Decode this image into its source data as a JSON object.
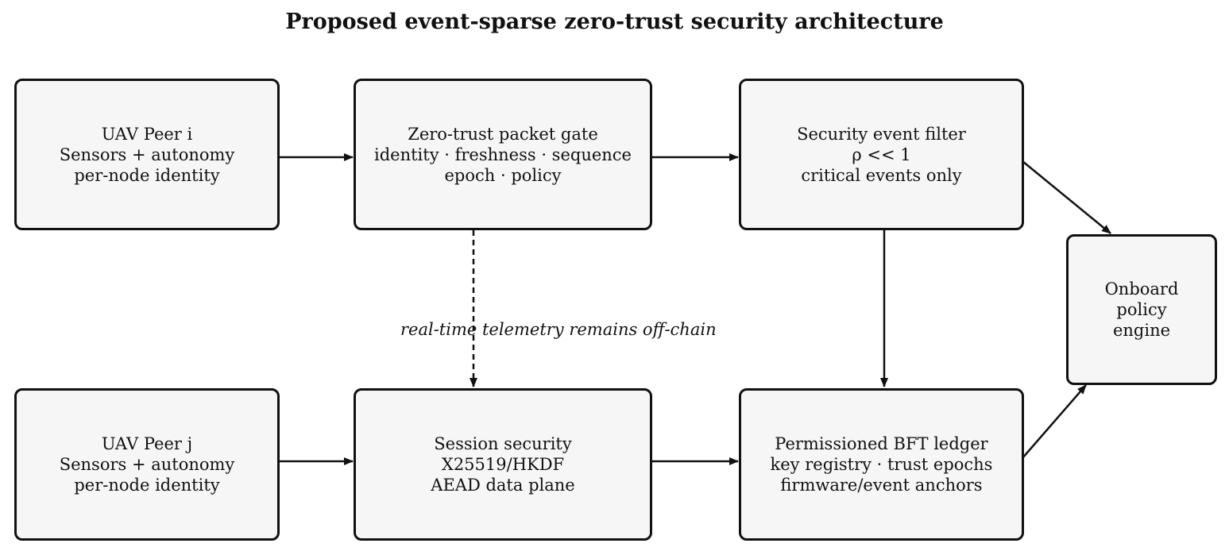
{
  "title": "Proposed event-sparse zero-trust security architecture",
  "nodes": {
    "peer_i": {
      "lines": [
        "UAV Peer i",
        "Sensors + autonomy",
        "per-node identity"
      ]
    },
    "gate": {
      "lines": [
        "Zero-trust packet gate",
        "identity · freshness · sequence",
        "epoch · policy"
      ]
    },
    "filter": {
      "lines": [
        "Security event filter",
        "ρ << 1",
        "critical events only"
      ]
    },
    "policy": {
      "lines": [
        "Onboard",
        "policy",
        "engine"
      ]
    },
    "peer_j": {
      "lines": [
        "UAV Peer j",
        "Sensors + autonomy",
        "per-node identity"
      ]
    },
    "session": {
      "lines": [
        "Session security",
        "X25519/HKDF",
        "AEAD data plane"
      ]
    },
    "ledger": {
      "lines": [
        "Permissioned BFT ledger",
        "key registry · trust epochs",
        "firmware/event anchors"
      ]
    }
  },
  "edges": [
    {
      "from": "peer_i",
      "to": "gate",
      "style": "solid"
    },
    {
      "from": "gate",
      "to": "filter",
      "style": "solid"
    },
    {
      "from": "filter",
      "to": "policy",
      "style": "solid"
    },
    {
      "from": "gate",
      "to": "session",
      "style": "dashed",
      "label": "real-time telemetry remains off-chain"
    },
    {
      "from": "filter",
      "to": "ledger",
      "style": "solid"
    },
    {
      "from": "peer_j",
      "to": "session",
      "style": "solid"
    },
    {
      "from": "session",
      "to": "ledger",
      "style": "solid"
    },
    {
      "from": "ledger",
      "to": "policy",
      "style": "solid"
    }
  ],
  "colors": {
    "node_fill": "#f6f6f6",
    "stroke": "#111111",
    "background": "#ffffff"
  }
}
